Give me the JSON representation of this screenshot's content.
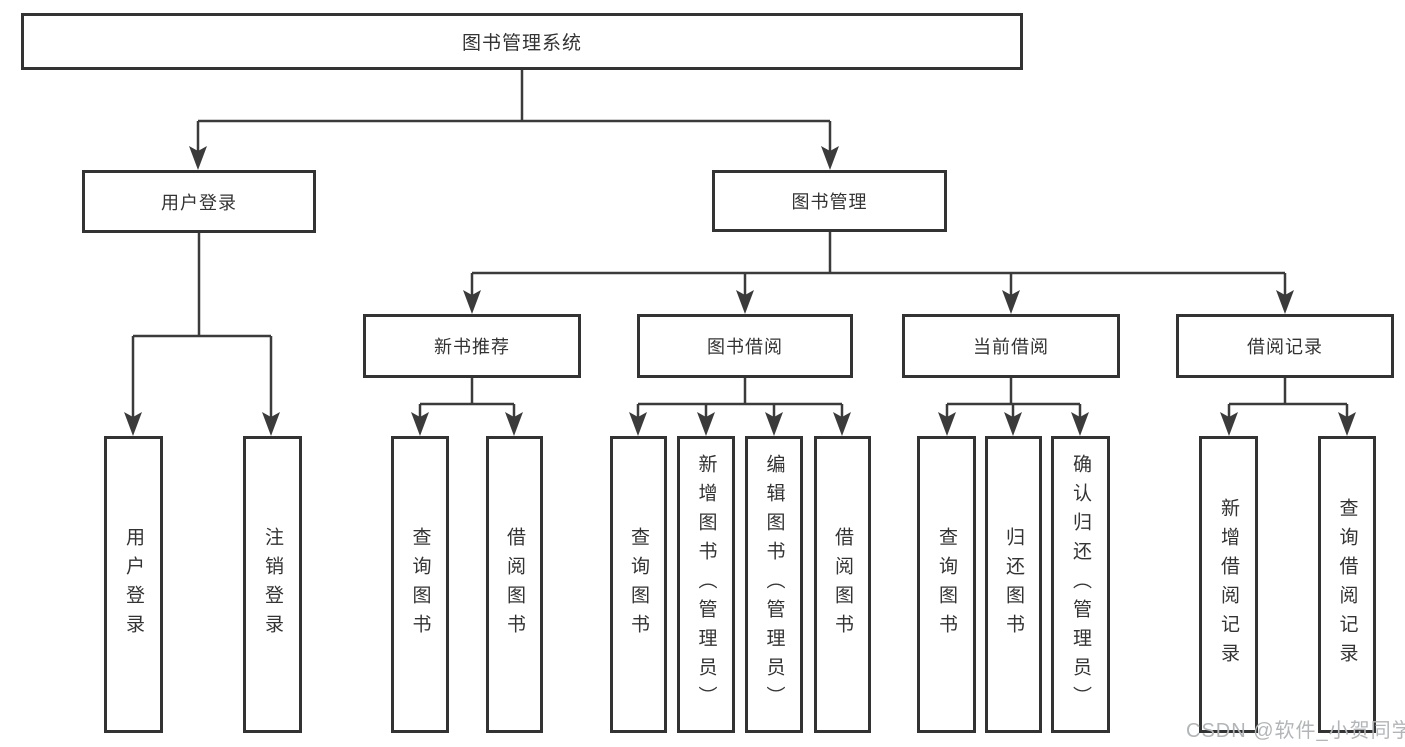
{
  "diagram": {
    "title": "图书管理系统",
    "type": "hierarchy-tree",
    "tree": {
      "label": "图书管理系统",
      "children": [
        {
          "label": "用户登录",
          "children": [
            {
              "label": "用户登录"
            },
            {
              "label": "注销登录"
            }
          ]
        },
        {
          "label": "图书管理",
          "children": [
            {
              "label": "新书推荐",
              "children": [
                {
                  "label": "查询图书"
                },
                {
                  "label": "借阅图书"
                }
              ]
            },
            {
              "label": "图书借阅",
              "children": [
                {
                  "label": "查询图书"
                },
                {
                  "label": "新增图书（管理员）"
                },
                {
                  "label": "编辑图书（管理员）"
                },
                {
                  "label": "借阅图书"
                }
              ]
            },
            {
              "label": "当前借阅",
              "children": [
                {
                  "label": "查询图书"
                },
                {
                  "label": "归还图书"
                },
                {
                  "label": "确认归还（管理员）"
                }
              ]
            },
            {
              "label": "借阅记录",
              "children": [
                {
                  "label": "新增借阅记录"
                },
                {
                  "label": "查询借阅记录"
                }
              ]
            }
          ]
        }
      ]
    }
  },
  "nodes": {
    "root": {
      "label": "图书管理系统"
    },
    "user_login": {
      "label": "用户登录"
    },
    "book_mgmt": {
      "label": "图书管理"
    },
    "new_book_rec": {
      "label": "新书推荐"
    },
    "book_borrow": {
      "label": "图书借阅"
    },
    "current_borrow": {
      "label": "当前借阅"
    },
    "borrow_records": {
      "label": "借阅记录"
    },
    "leaf_user_login": {
      "label": "用户登录"
    },
    "leaf_logout": {
      "label": "注销登录"
    },
    "leaf_query_book_rec": {
      "label": "查询图书"
    },
    "leaf_borrow_book_rec": {
      "label": "借阅图书"
    },
    "leaf_query_book_borrow": {
      "label": "查询图书"
    },
    "leaf_add_book_admin": {
      "label": "新增图书（管理员）"
    },
    "leaf_edit_book_admin": {
      "label": "编辑图书（管理员）"
    },
    "leaf_borrow_book_borrow": {
      "label": "借阅图书"
    },
    "leaf_query_book_current": {
      "label": "查询图书"
    },
    "leaf_return_book": {
      "label": "归还图书"
    },
    "leaf_confirm_return_admin": {
      "label": "确认归还（管理员）"
    },
    "leaf_add_borrow_record": {
      "label": "新增借阅记录"
    },
    "leaf_query_borrow_record": {
      "label": "查询借阅记录"
    }
  },
  "watermark": {
    "text": "CSDN @软件_小贺同学"
  },
  "colors": {
    "background": "#ffffff",
    "box_border": "#333333",
    "line": "#3b3b3b",
    "text": "#333333",
    "watermark": "#b2b6b9"
  }
}
